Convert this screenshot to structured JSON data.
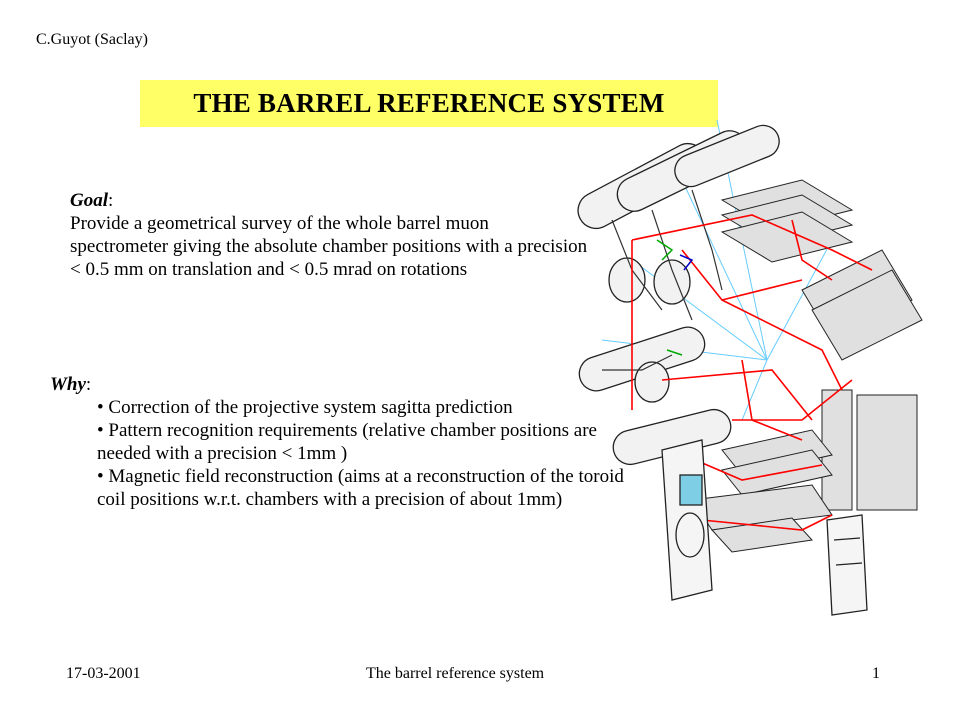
{
  "header": {
    "author": "C.Guyot (Saclay)"
  },
  "title": "THE BARREL REFERENCE SYSTEM",
  "goal": {
    "label": "Goal",
    "text": "Provide a geometrical survey of the whole barrel muon spectrometer giving the absolute chamber positions with a precision < 0.5 mm on translation and < 0.5 mrad on rotations"
  },
  "why": {
    "label": "Why",
    "items": [
      "Correction of the projective system sagitta prediction",
      "Pattern recognition requirements (relative chamber positions are needed with a precision < 1mm )",
      "Magnetic field reconstruction (aims at a reconstruction of the toroid coil positions w.r.t. chambers with a precision of about 1mm)"
    ]
  },
  "footer": {
    "date": "17-03-2001",
    "name": "The barrel reference system",
    "page": "1"
  },
  "colors": {
    "title_bg": "#ffff66",
    "red_lines": "#ff0000",
    "cyan_lines": "#66ccff",
    "gray_fill": "#e0e0e0"
  },
  "figure": {
    "icon": "barrel-spectrometer-drawing"
  }
}
